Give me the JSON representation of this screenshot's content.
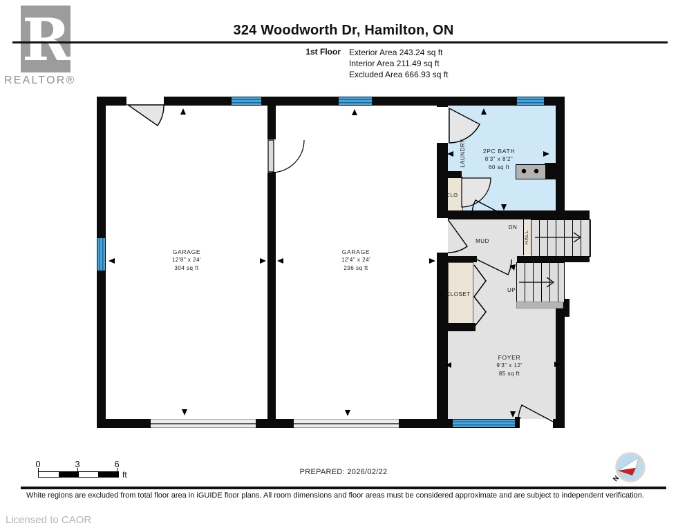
{
  "header": {
    "logo_text": "REALTOR®",
    "title": "324 Woodworth Dr, Hamilton, ON",
    "floor_label": "1st Floor",
    "exterior_area": "Exterior Area 243.24 sq ft",
    "interior_area": "Interior Area 211.49 sq ft",
    "excluded_area": "Excluded Area 666.93 sq ft"
  },
  "plan": {
    "rooms": {
      "garage1": {
        "name": "GARAGE",
        "dims": "12'8\" x 24'",
        "area": "304 sq ft"
      },
      "garage2": {
        "name": "GARAGE",
        "dims": "12'4\" x 24'",
        "area": "296 sq ft"
      },
      "bath": {
        "name": "2PC BATH",
        "dims": "8'3\" x 8'2\"",
        "area": "60 sq ft"
      },
      "foyer": {
        "name": "FOYER",
        "dims": "9'3\" x 12'",
        "area": "85 sq ft"
      },
      "laundry": "LAUNDRY",
      "clo": "CLO",
      "mud": "MUD",
      "hall": "HALL",
      "closet": "CLOSET",
      "dn": "DN",
      "up": "UP"
    }
  },
  "footer": {
    "scale_ticks": [
      "0",
      "3",
      "6"
    ],
    "scale_unit": "ft",
    "prepared": "PREPARED: 2026/02/22",
    "compass_label": "N",
    "disclaimer": "White regions are excluded from total floor area in iGUIDE floor plans. All room dimensions and floor areas must be considered approximate and are subject to independent verification.",
    "license": "Licensed to CAOR"
  },
  "colors": {
    "wall": "#0b0b0b",
    "bath_floor": "#cfe8f8",
    "floor_gray": "#e2e2e2",
    "beige": "#ece5d6",
    "window_blue": "#49a5d9",
    "window_stripe": "#17699f",
    "logo_gray": "#9c9c9c",
    "compass_red": "#c92020",
    "compass_blue": "#b9ddee"
  }
}
